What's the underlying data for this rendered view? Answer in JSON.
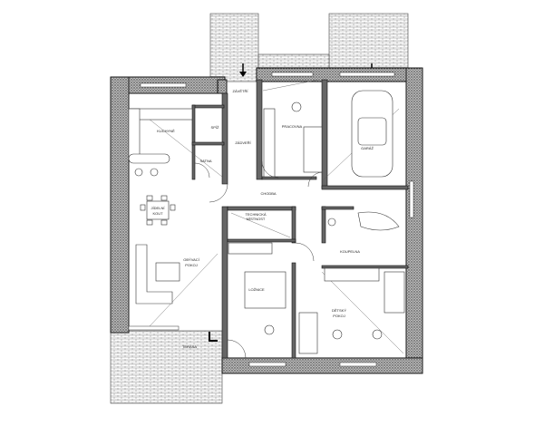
{
  "plan": {
    "rooms": {
      "kitchen": "KUCHYNĚ",
      "pantry": "SPÍŽ",
      "vestibule": "ZÁDVEŘÍ",
      "study": "PRACOVNA",
      "garage": "GARÁŽ",
      "porch": "ZÁVĚTŘÍ",
      "wardrobe": "SATNA",
      "hallway": "CHODBA",
      "technical_1": "TECHNICKÁ",
      "technical_2": "MÍSTNOST",
      "bathroom": "KOUPELNA",
      "dining_1": "JÍDELNÍ",
      "dining_2": "KOUT",
      "living_1": "OBÝVACÍ",
      "living_2": "POKOJ",
      "bedroom": "LOŽNICE",
      "kids_1": "DĚTSKÝ",
      "kids_2": "POKOJ",
      "terrace": "TERASA"
    },
    "colors": {
      "wall": "#777777",
      "line": "#222222",
      "paving": "#cccccc"
    }
  }
}
